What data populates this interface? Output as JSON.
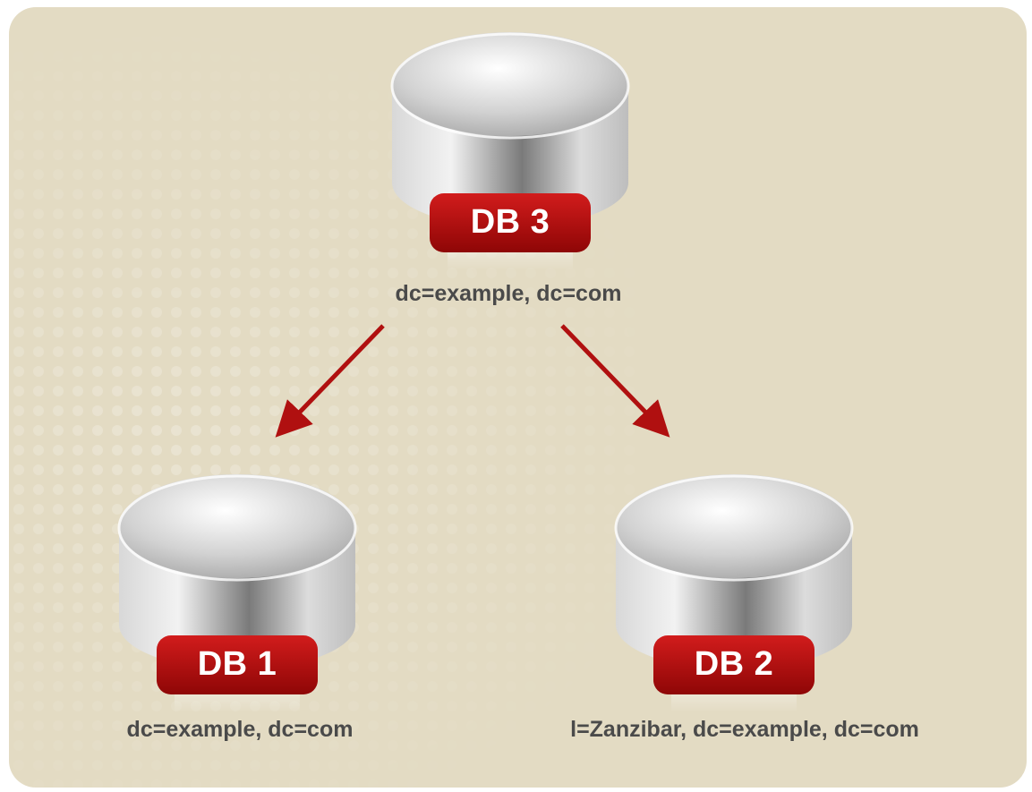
{
  "colors": {
    "background": "#e3dbc3",
    "badge_red": "#b00d0d",
    "arrow_red": "#b01010",
    "text_gray": "#4a4a4a",
    "disk_gray": "#c8c8c8"
  },
  "nodes": [
    {
      "id": "db3",
      "label": "DB 3",
      "dn": "dc=example, dc=com",
      "icon": "database-icon"
    },
    {
      "id": "db1",
      "label": "DB 1",
      "dn": "dc=example, dc=com",
      "icon": "database-icon"
    },
    {
      "id": "db2",
      "label": "DB 2",
      "dn": "l=Zanzibar, dc=example, dc=com",
      "icon": "database-icon"
    }
  ],
  "edges": [
    {
      "from": "db3",
      "to": "db1"
    },
    {
      "from": "db3",
      "to": "db2"
    }
  ]
}
